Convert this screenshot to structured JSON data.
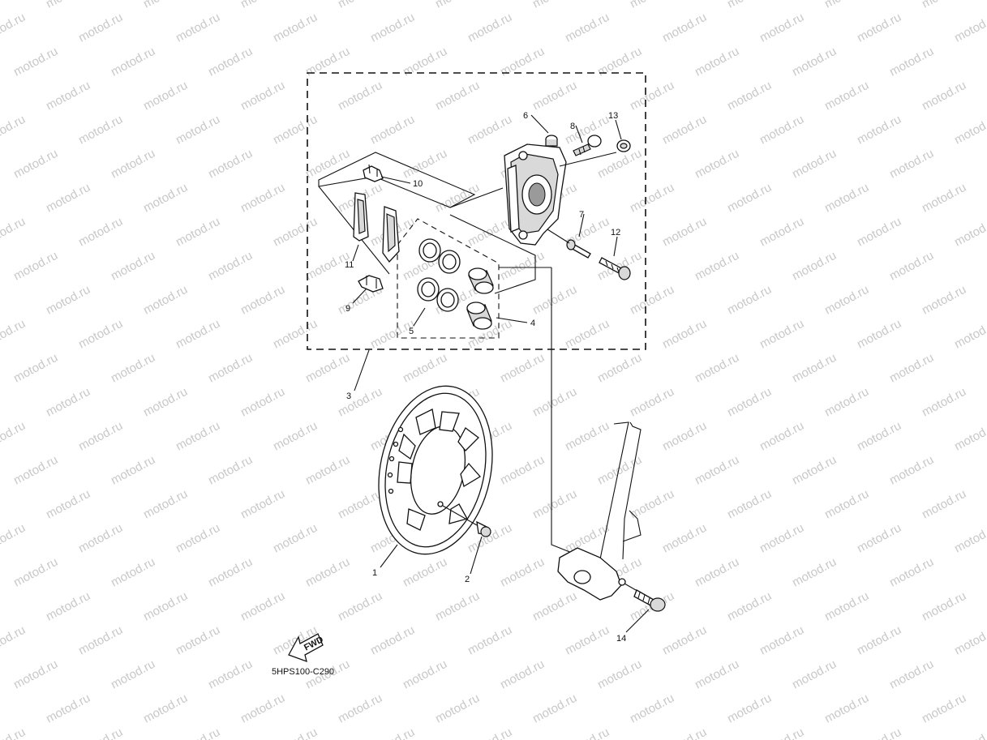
{
  "watermark": {
    "text": "motod.ru"
  },
  "callouts": [
    {
      "id": "1",
      "label": "1"
    },
    {
      "id": "2",
      "label": "2"
    },
    {
      "id": "3",
      "label": "3"
    },
    {
      "id": "4",
      "label": "4"
    },
    {
      "id": "5",
      "label": "5"
    },
    {
      "id": "6",
      "label": "6"
    },
    {
      "id": "7",
      "label": "7"
    },
    {
      "id": "8",
      "label": "8"
    },
    {
      "id": "9",
      "label": "9"
    },
    {
      "id": "10",
      "label": "10"
    },
    {
      "id": "11",
      "label": "11"
    },
    {
      "id": "12",
      "label": "12"
    },
    {
      "id": "13",
      "label": "13"
    },
    {
      "id": "14",
      "label": "14"
    }
  ],
  "fwd_arrow": {
    "text": "FWD"
  },
  "diagram_code": "5HPS100-C290",
  "colors": {
    "line": "#111111",
    "watermark": "#c8c8c8",
    "background": "#ffffff"
  }
}
